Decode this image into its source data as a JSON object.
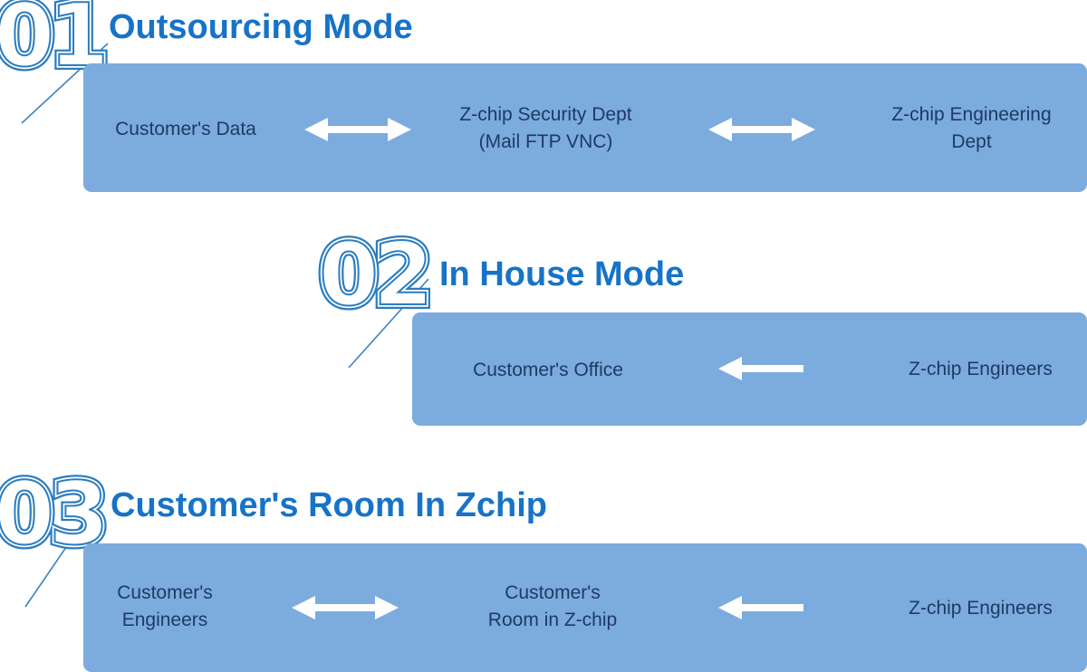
{
  "colors": {
    "accent_blue": "#1673c8",
    "number_outline_blue": "#2b7dc0",
    "band_fill": "#7cabde",
    "band_text": "#1e3a66",
    "arrow": "#ffffff"
  },
  "sections": [
    {
      "number": "01",
      "title": "Outsourcing Mode",
      "nodes": [
        {
          "line1": "Customer's Data"
        },
        {
          "line1": "Z-chip Security Dept",
          "line2": "(Mail FTP VNC)"
        },
        {
          "line1": "Z-chip Engineering",
          "line2": "Dept"
        }
      ],
      "connectors": [
        "bidirectional",
        "bidirectional"
      ]
    },
    {
      "number": "02",
      "title": "In House Mode",
      "nodes": [
        {
          "line1": "Customer's Office"
        },
        {
          "line1": "Z-chip Engineers"
        }
      ],
      "connectors": [
        "left"
      ]
    },
    {
      "number": "03",
      "title": "Customer's Room In Zchip",
      "nodes": [
        {
          "line1": "Customer's",
          "line2": "Engineers"
        },
        {
          "line1": "Customer's",
          "line2": "Room in Z-chip"
        },
        {
          "line1": "Z-chip Engineers"
        }
      ],
      "connectors": [
        "bidirectional",
        "left"
      ]
    }
  ]
}
